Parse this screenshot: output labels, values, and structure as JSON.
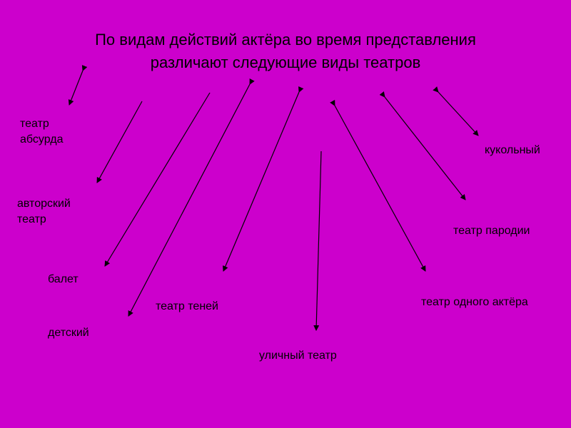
{
  "title": {
    "line1": "По видам действий актёра во время представления",
    "line2": "различают следующие виды театров"
  },
  "colors": {
    "background": "#cc00cc",
    "text": "#000000",
    "arrow": "#000000"
  },
  "labels": {
    "absurd": {
      "line1": "театр",
      "line2": "абсурда"
    },
    "author": {
      "line1": "авторский",
      "line2": "театр"
    },
    "ballet": "балет",
    "children": "детский",
    "shadows": "театр теней",
    "street": "уличный театр",
    "one_actor": "театр одного актёра",
    "parody": "театр пародии",
    "puppet": "кукольный"
  }
}
